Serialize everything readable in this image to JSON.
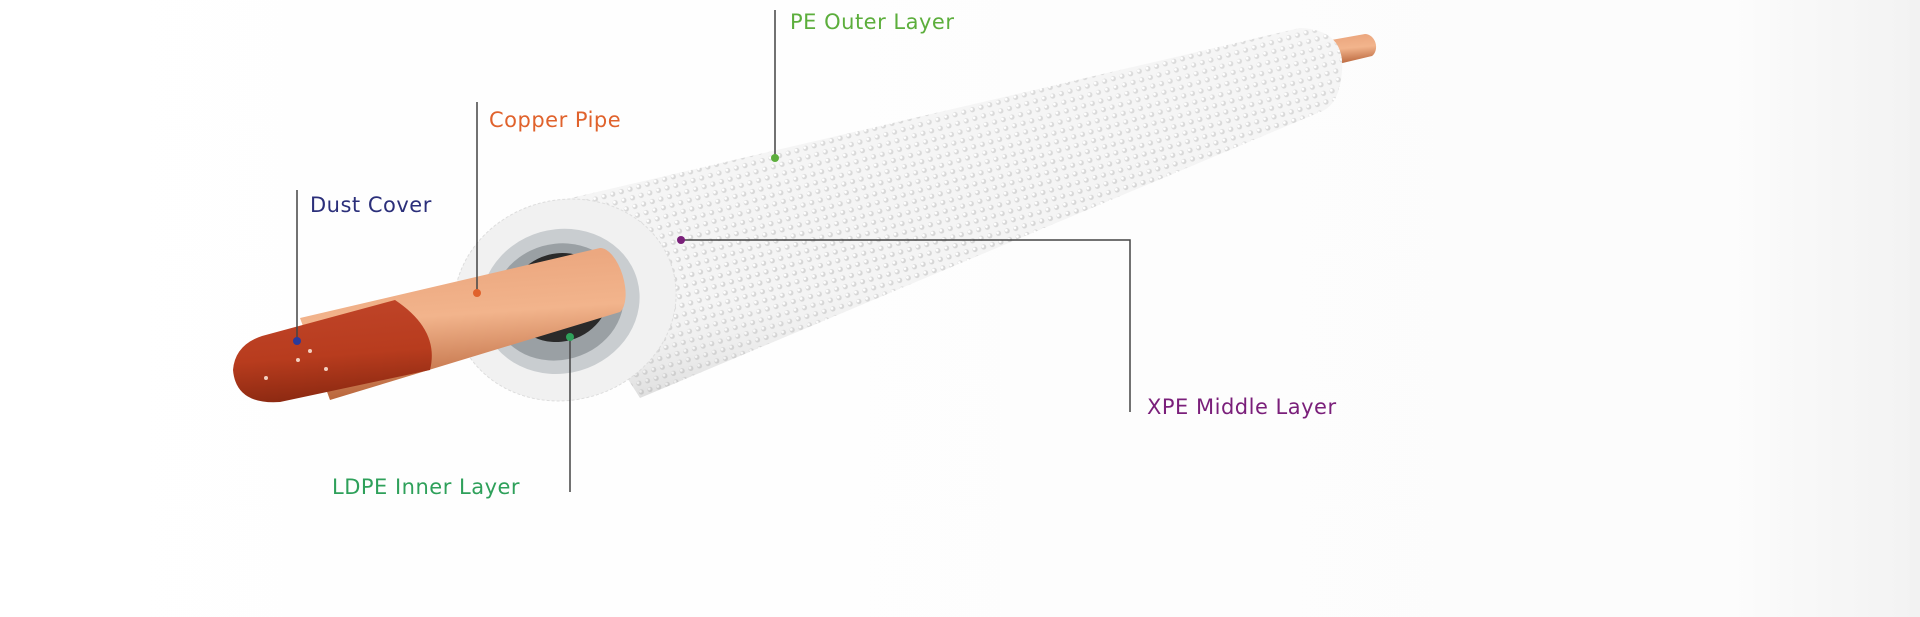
{
  "labels": {
    "pe_outer": "PE Outer Layer",
    "copper_pipe": "Copper Pipe",
    "dust_cover": "Dust Cover",
    "xpe_middle": "XPE Middle Layer",
    "ldpe_inner": "LDPE Inner Layer"
  },
  "colors": {
    "pe_outer": "#5cae3c",
    "copper_pipe": "#e0622c",
    "dust_cover": "#2b2f7a",
    "xpe_middle": "#7a1f7a",
    "ldpe_inner": "#2ea05a",
    "copper": "#d98a5c",
    "dust_cap": "#b83c1e"
  }
}
